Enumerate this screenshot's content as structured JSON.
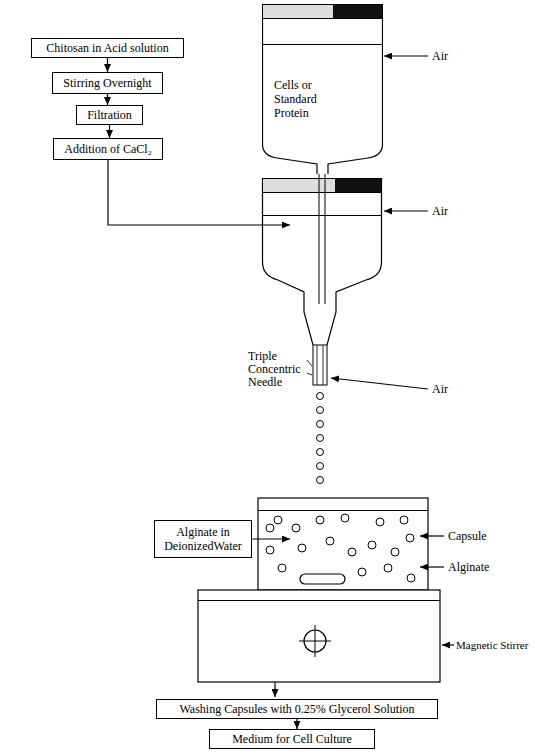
{
  "diagram": {
    "nodes": [
      {
        "text": [
          "Chitosan in Acid solution"
        ]
      },
      {
        "text": [
          "Stirring Overnight"
        ]
      },
      {
        "text": [
          "Filtration"
        ]
      },
      {
        "text": [
          "Addition of CaCl₂"
        ]
      },
      {
        "text": [
          "Cells or Standard Protein"
        ]
      },
      {
        "text": [
          "Alginate in DeionizedWater"
        ]
      },
      {
        "text": [
          "Washing Capsules with 0.25% Glycerol Solution"
        ]
      },
      {
        "text": [
          "Medium for Cell Culture"
        ]
      }
    ],
    "edges": [
      {
        "from": 0,
        "to": 1,
        "arrow": "to"
      },
      {
        "from": 1,
        "to": 2,
        "arrow": "to"
      },
      {
        "from": 2,
        "to": 3,
        "arrow": "to"
      },
      {
        "from": 6,
        "to": 7,
        "arrow": "to"
      }
    ],
    "labels": [
      "Air",
      "Air",
      "Triple Concentric Needle",
      "Air",
      "Capsule",
      "Alginate",
      "Magnetic Stirrer"
    ]
  }
}
